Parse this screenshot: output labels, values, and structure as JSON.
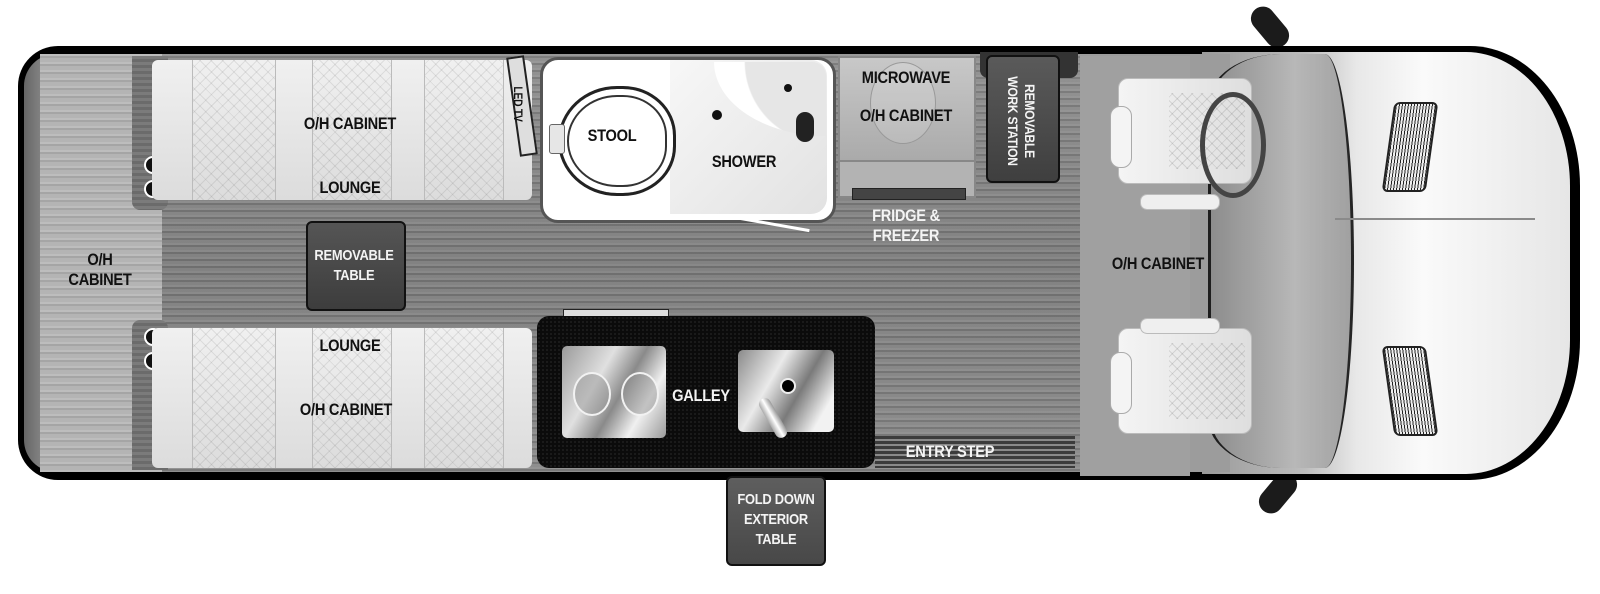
{
  "diagram": {
    "type": "RV floor plan (Class B van, top-down)",
    "orientation": "rear at left, cab/front at right",
    "labels": {
      "rear_cabinet": [
        "O/H",
        "CABINET"
      ],
      "lounge_top_cabinet": "O/H CABINET",
      "lounge_top": "LOUNGE",
      "removable_table": [
        "REMOVABLE",
        "TABLE"
      ],
      "lounge_bottom": "LOUNGE",
      "lounge_bottom_cabinet": "O/H CABINET",
      "led_tv": "LED TV",
      "stool": "STOOL",
      "shower": "SHOWER",
      "microwave": "MICROWAVE",
      "microwave_cabinet": "O/H CABINET",
      "work_station": [
        "REMOVABLE",
        "WORK STATION"
      ],
      "fridge": [
        "FRIDGE &",
        "FREEZER"
      ],
      "galley": "GALLEY",
      "entry_step": "ENTRY STEP",
      "cab_cabinet": "O/H CABINET",
      "exterior_table": [
        "FOLD DOWN",
        "EXTERIOR",
        "TABLE"
      ]
    },
    "colors": {
      "outline": "#000000",
      "floor": "#858585",
      "upholstery": "#e8e8e8",
      "galley_counter": "#0b0b0b",
      "table": "#444444",
      "label_dark": "#111111",
      "label_light": "#f4f4f4"
    }
  }
}
